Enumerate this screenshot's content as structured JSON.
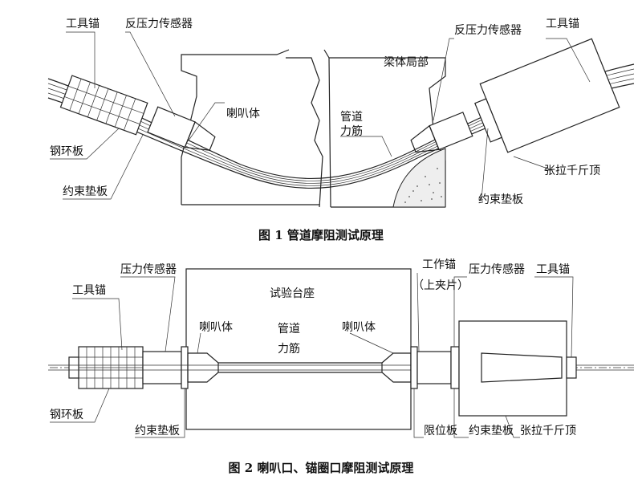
{
  "figure1": {
    "caption": "图 1   管道摩阻测试原理",
    "labels": {
      "tool_anchor_left": "工具锚",
      "reaction_sensor_left": "反压力传感器",
      "trumpet": "喇叭体",
      "steel_ring_plate": "钢环板",
      "restraint_plate_left": "约束垫板",
      "pipe": "管道",
      "tendon": "力筋",
      "beam_local": "梁体局部",
      "reaction_sensor_right": "反压力传感器",
      "tool_anchor_right": "工具锚",
      "jack": "张拉千斤顶",
      "restraint_plate_right": "约束垫板"
    }
  },
  "figure2": {
    "caption": "图 2   喇叭口、锚圈口摩阻测试原理",
    "labels": {
      "tool_anchor_left": "工具锚",
      "pressure_sensor_left": "压力传感器",
      "test_bed": "试验台座",
      "trumpet_left": "喇叭体",
      "pipe": "管道",
      "tendon": "力筋",
      "trumpet_right": "喇叭体",
      "work_anchor": "工作锚",
      "upper_clip": "（上夹片）",
      "pressure_sensor_right": "压力传感器",
      "tool_anchor_right": "工具锚",
      "steel_ring_plate": "钢环板",
      "restraint_plate_left": "约束垫板",
      "limit_plate": "限位板",
      "restraint_plate_right": "约束垫板",
      "jack": "张拉千斤顶"
    }
  }
}
